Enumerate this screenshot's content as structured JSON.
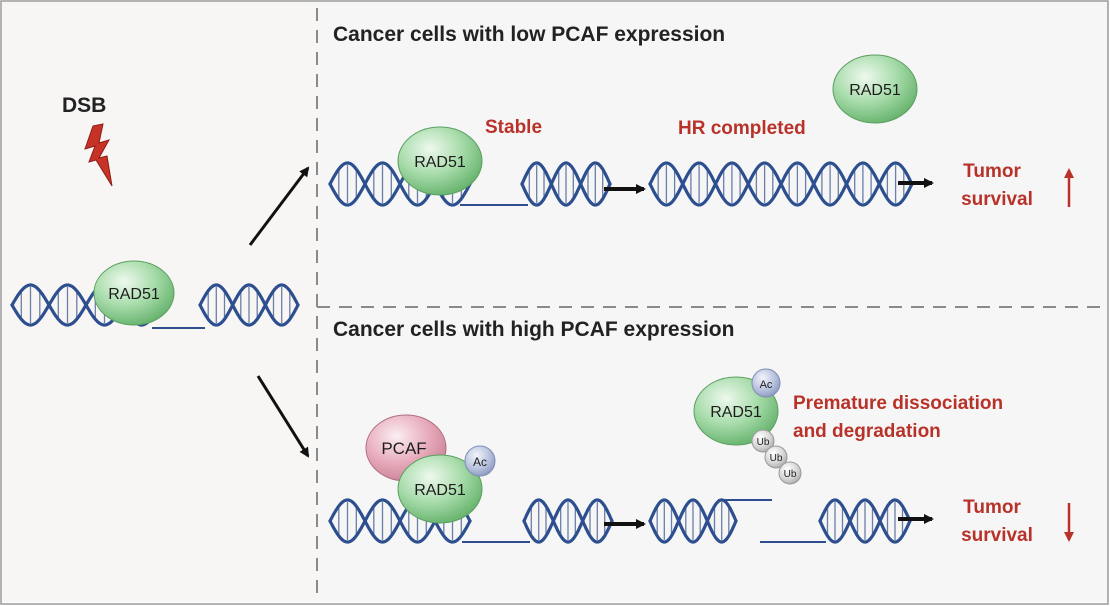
{
  "labels": {
    "dsb": "DSB",
    "protein_rad51": "RAD51",
    "protein_pcaf": "PCAF",
    "mark_ac": "Ac",
    "mark_ub": "Ub",
    "low_title": "Cancer cells with low PCAF expression",
    "high_title": "Cancer cells with high PCAF expression",
    "stable": "Stable",
    "hr_completed": "HR completed",
    "premature_line1": "Premature dissociation",
    "premature_line2": "and degradation",
    "tumor": "Tumor",
    "survival": "survival"
  },
  "colors": {
    "background": "#ffffff",
    "left_panel": "#f8f6f4",
    "right_panel": "#f6f6f6",
    "title_text": "#222222",
    "accent_red": "#b8322a",
    "dna_blue": "#2d4f8f",
    "dna_rung": "#6a7fa8",
    "rad51_green": "#8fce95",
    "pcaf_pink": "#e7a7b8",
    "ac_blue": "#b4bfdc",
    "ub_grey": "#d2d2d2",
    "arrow_black": "#111111",
    "divider_grey": "#8a8a8a"
  },
  "icons": {
    "dsb": "lightning-bolt-icon",
    "increase": "arrow-up-icon",
    "decrease": "arrow-down-icon"
  }
}
